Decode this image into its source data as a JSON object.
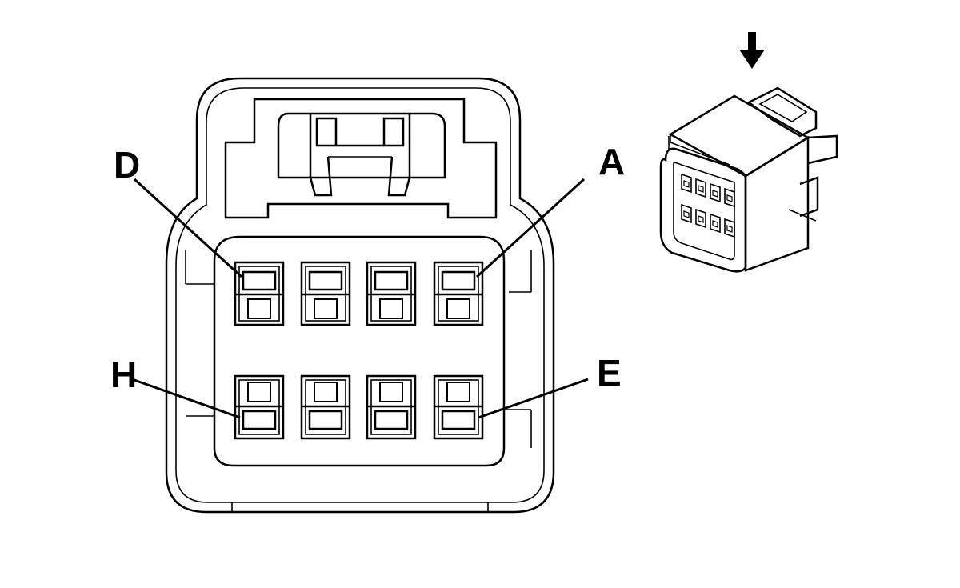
{
  "diagram": {
    "pin_labels": {
      "top_left": "D",
      "top_right": "A",
      "bottom_left": "H",
      "bottom_right": "E"
    },
    "cavity_rows": 2,
    "cavities_per_row": 4,
    "insertion_arrow_icon": "down-arrow-icon",
    "colors": {
      "line": "#000000",
      "background": "#ffffff"
    }
  }
}
